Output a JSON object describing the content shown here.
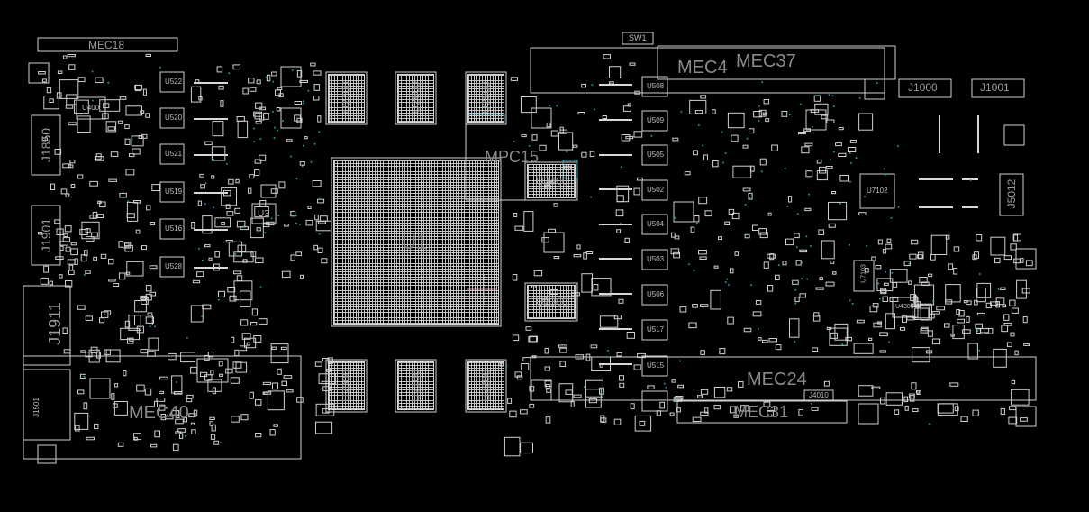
{
  "board": {
    "background": "#000000",
    "outline_color": "#d0d0d0",
    "via_color": "#2aa6b8",
    "highlight_color": "#e88aa8"
  },
  "labels": {
    "mec18": "MEC18",
    "sw1": "SW1",
    "mec4": "MEC4",
    "mec37": "MEC37",
    "j1000": "J1000",
    "j1001": "J1001",
    "j1850": "J1850",
    "j1901": "J1901",
    "j1911": "J1911",
    "j1501": "J1501",
    "mec40": "MEC40",
    "u1": "U1",
    "u2700": "U2700",
    "u2600": "U2600",
    "u2500": "U2500",
    "u2400": "U2400",
    "u2300": "U2300",
    "u2000": "U2000",
    "u2100": "U2100",
    "u2200": "U2200",
    "mpc15": "MPC15",
    "u3": "U3",
    "u400": "U400",
    "u522": "U522",
    "u520": "U520",
    "u521": "U521",
    "u519": "U519",
    "u516": "U516",
    "u528": "U528",
    "u508": "U508",
    "u509": "U509",
    "u505": "U505",
    "u502": "U502",
    "u504": "U504",
    "u503": "U503",
    "u506": "U506",
    "u517": "U517",
    "u515": "U515",
    "u7102": "U7102",
    "u7103": "U7103",
    "u4300": "U4300",
    "j5012": "J5012",
    "mec24": "MEC24",
    "mec31": "MEC31",
    "j4010": "J4010"
  }
}
